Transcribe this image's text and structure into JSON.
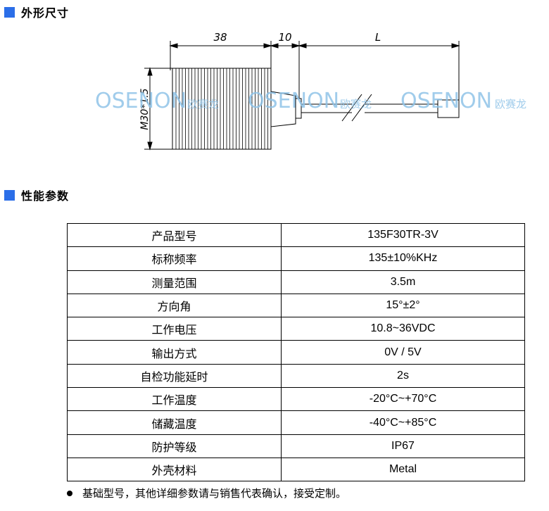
{
  "sections": {
    "dimensions": {
      "title": "外形尺寸"
    },
    "performance": {
      "title": "性能参数"
    }
  },
  "drawing": {
    "dim_body_length": "38",
    "dim_taper_length": "10",
    "dim_cable_length": "L",
    "thread_label": "M30*1.5",
    "watermark_brand": "OSENON",
    "watermark_cn": "欧赛龙"
  },
  "spec_table": {
    "rows": [
      {
        "param": "产品型号",
        "value": "135F30TR-3V"
      },
      {
        "param": "标称频率",
        "value": "135±10%KHz"
      },
      {
        "param": "测量范围",
        "value": "3.5m"
      },
      {
        "param": "方向角",
        "value": "15°±2°"
      },
      {
        "param": "工作电压",
        "value": "10.8~36VDC"
      },
      {
        "param": "输出方式",
        "value": "0V / 5V"
      },
      {
        "param": "自检功能延时",
        "value": "2s"
      },
      {
        "param": "工作温度",
        "value": "-20°C~+70°C"
      },
      {
        "param": "储藏温度",
        "value": "-40°C~+85°C"
      },
      {
        "param": "防护等级",
        "value": "IP67"
      },
      {
        "param": "外壳材料",
        "value": "Metal"
      }
    ]
  },
  "footnote": "基础型号，其他详细参数请与销售代表确认，接受定制。",
  "colors": {
    "accent": "#2b6ee8",
    "watermark": "#8fc3e8"
  }
}
